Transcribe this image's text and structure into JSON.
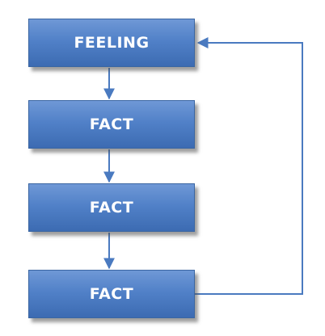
{
  "diagram": {
    "nodes": [
      {
        "id": "feeling",
        "label": "FEELING"
      },
      {
        "id": "fact-1",
        "label": "FACT"
      },
      {
        "id": "fact-2",
        "label": "FACT"
      },
      {
        "id": "fact-3",
        "label": "FACT"
      }
    ],
    "edges": [
      {
        "from": "feeling",
        "to": "fact-1"
      },
      {
        "from": "fact-1",
        "to": "fact-2"
      },
      {
        "from": "fact-2",
        "to": "fact-3"
      },
      {
        "from": "fact-3",
        "to": "feeling"
      }
    ],
    "colors": {
      "box_fill": "#5181c8",
      "box_border": "#3b66a2",
      "connector": "#4a7ac0",
      "text": "#ffffff"
    }
  }
}
